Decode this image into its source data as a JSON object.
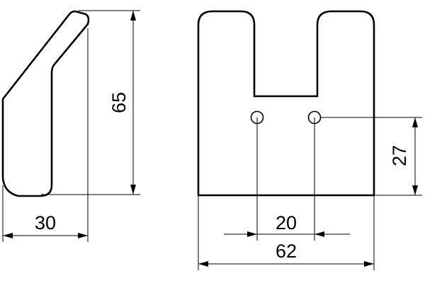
{
  "drawing": {
    "dimensions": {
      "side_height": "65",
      "side_depth": "30",
      "front_hole_spacing": "20",
      "front_width": "62",
      "front_hole_height": "27"
    }
  }
}
